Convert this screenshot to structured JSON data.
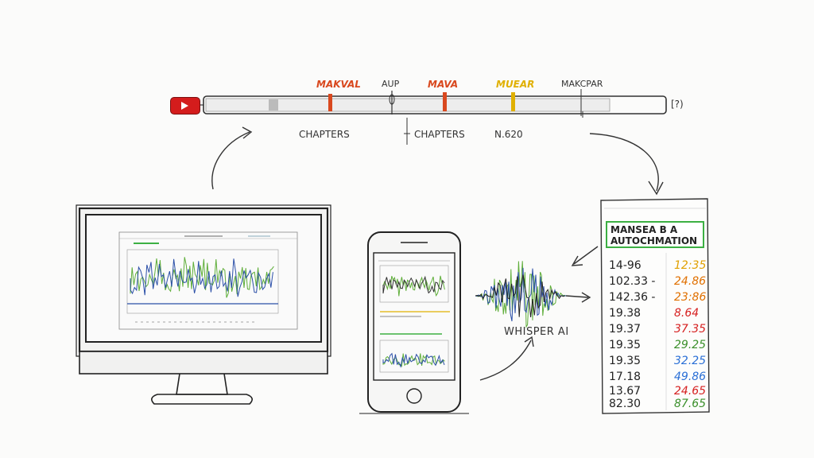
{
  "timeline": {
    "markers": [
      {
        "label": "MAKVAL",
        "color": "#d9481e"
      },
      {
        "label": "AUP",
        "color": "#333333"
      },
      {
        "label": "MAVA",
        "color": "#d9481e"
      },
      {
        "label": "MUEAR",
        "color": "#e0b000"
      },
      {
        "label": "MAKCPAR",
        "color": "#333333"
      }
    ],
    "under_labels": [
      "CHAPTERS",
      "CHAPTERS",
      "N.620"
    ],
    "end_symbol": "[?)"
  },
  "whisper_label": "WHISPER AI",
  "list": {
    "header_line1": "MANSEA B A",
    "header_line2": "AUTOCHMATION",
    "rows": [
      {
        "left": "14-96",
        "right": "12:35",
        "right_color": "#e0a000"
      },
      {
        "left": "102.33 -",
        "right": "24.86",
        "right_color": "#e07000"
      },
      {
        "left": "142.36 -",
        "right": "23:86",
        "right_color": "#e07000"
      },
      {
        "left": "19.38",
        "right": "8.64",
        "right_color": "#d62020"
      },
      {
        "left": "19.37",
        "right": "37.35",
        "right_color": "#d62020"
      },
      {
        "left": "19.35",
        "right": "29.25",
        "right_color": "#3a8f2a"
      },
      {
        "left": "19.35",
        "right": "32.25",
        "right_color": "#2a6fd6"
      },
      {
        "left": "17.18",
        "right": "49.86",
        "right_color": "#2a6fd6"
      },
      {
        "left": "13.67",
        "right": "24.65",
        "right_color": "#d62020"
      },
      {
        "left": "82.30",
        "right": "87.65",
        "right_color": "#3a8f2a"
      }
    ]
  },
  "colors": {
    "youtube_red": "#d41c1c",
    "accent_green": "#3cb043",
    "waveform_green": "#5fae3a",
    "waveform_blue": "#2b4fa8"
  },
  "icons": [
    "youtube-play-icon"
  ]
}
